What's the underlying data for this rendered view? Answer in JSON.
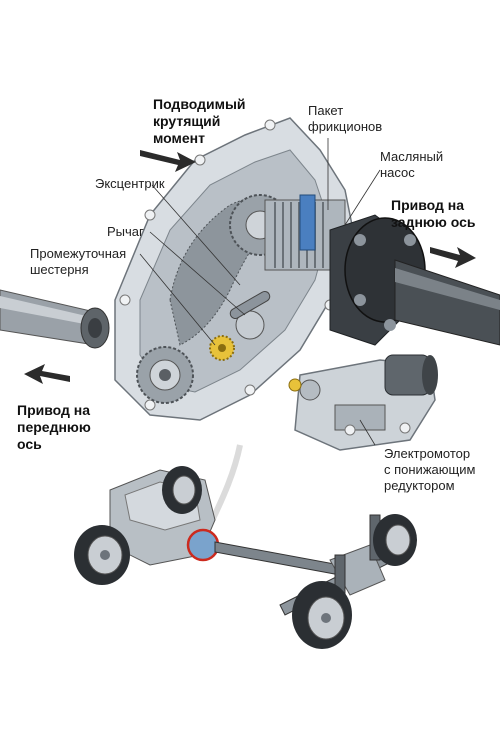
{
  "labels": {
    "input_torque": "Подводимый\nкрутящий\nмомент",
    "clutch_pack": "Пакет\nфрикционов",
    "oil_pump": "Масляный\nнасос",
    "eccentric": "Эксцентрик",
    "lever": "Рычаг",
    "idler_gear": "Промежуточная\nшестерня",
    "rear_axle_drive": "Привод на\nзаднюю ось",
    "front_axle_drive": "Привод на\nпереднюю\nось",
    "electric_motor": "Электромотор\nс понижающим\nредуктором"
  },
  "colors": {
    "casing": "#d8dde2",
    "casing_dark": "#8c949c",
    "gear": "#7d858c",
    "flange": "#2e3236",
    "accent_yellow": "#e8c23a",
    "highlight_ring": "#cc2a1e",
    "arrow": "#2b2b2b"
  }
}
